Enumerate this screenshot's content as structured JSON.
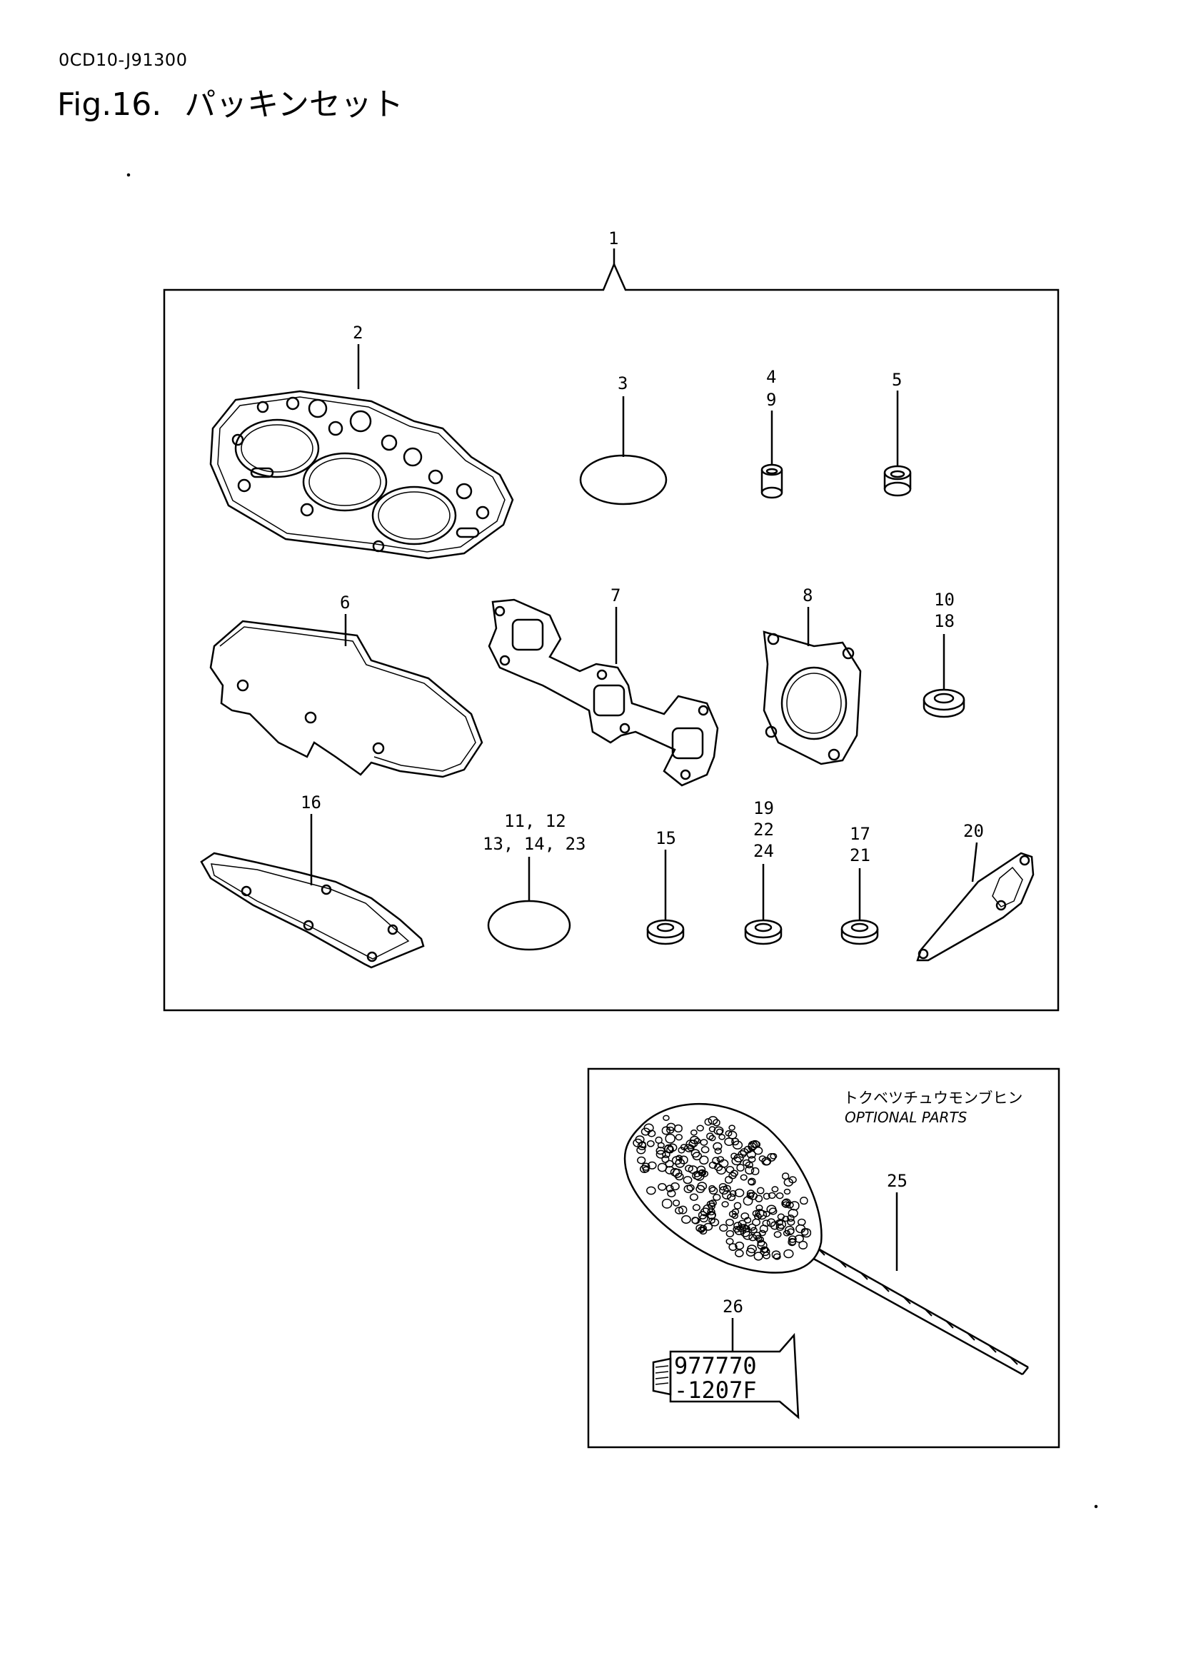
{
  "header": {
    "doc_code": "0CD10-J91300",
    "fig_number": "Fig.16.",
    "fig_title": "パッキンセット"
  },
  "callouts": {
    "c1": "1",
    "c2": "2",
    "c3": "3",
    "c4_9": [
      "4",
      "9"
    ],
    "c5": "5",
    "c6": "6",
    "c7": "7",
    "c8": "8",
    "c10_18": [
      "10",
      "18"
    ],
    "c16": "16",
    "c11_23": [
      "11, 12",
      "13, 14, 23"
    ],
    "c15": "15",
    "c19_24": [
      "19",
      "22",
      "24"
    ],
    "c17_21": [
      "17",
      "21"
    ],
    "c20": "20",
    "c25": "25",
    "c26": "26"
  },
  "optional_box": {
    "title_jp": "トクベツチュウモンブヒン",
    "title_en": "OPTIONAL PARTS",
    "tube_label_line1": "977770",
    "tube_label_line2": "-1207F"
  }
}
